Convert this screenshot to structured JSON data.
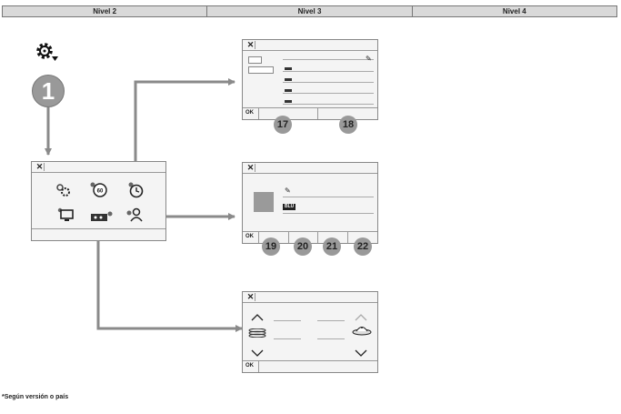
{
  "header": {
    "col2": "Nivel 2",
    "col3": "Nivel 3",
    "col4": "Nivel 4"
  },
  "step": {
    "main": "1"
  },
  "panels": {
    "p17": {
      "ok": "OK",
      "badges": [
        "17",
        "18"
      ]
    },
    "p19": {
      "ok": "OK",
      "badges": [
        "19",
        "20",
        "21",
        "22"
      ],
      "tag": "BLU"
    },
    "p23": {
      "ok": "OK"
    }
  },
  "icons": {
    "settings_top": "settings-gear-icon",
    "close": "close-x-icon",
    "settings": "settings-icon",
    "speed": "speed-60-icon",
    "clock": "clock-icon",
    "screen": "screen-icon",
    "radio": "radio-icon",
    "profile": "user-profile-icon",
    "edit": "pencil-icon",
    "up": "chevron-up-icon",
    "down": "chevron-down-icon",
    "fan": "fan-distribution-icon"
  },
  "colors": {
    "arrow": "#8a8a8a",
    "badge": "#999999",
    "header": "#d9d9d9"
  },
  "footnote": "*Según versión o país"
}
